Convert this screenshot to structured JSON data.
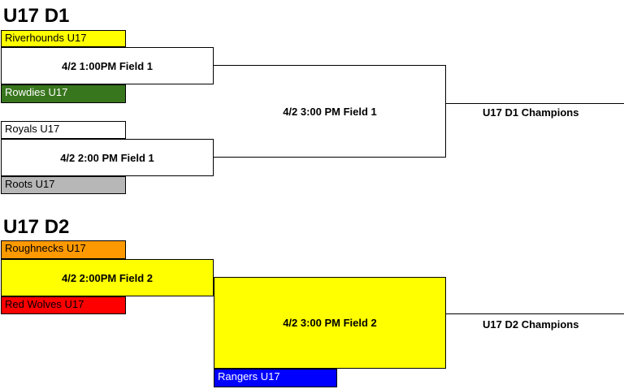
{
  "d1": {
    "title": "U17 D1",
    "teams": [
      "Riverhounds U17",
      "Rowdies U17",
      "Royals U17",
      "Roots U17"
    ],
    "match1": "4/2 1:00PM Field 1",
    "match2": "4/2 2:00 PM Field 1",
    "final": "4/2 3:00 PM Field 1",
    "champion": "U17 D1 Champions"
  },
  "d2": {
    "title": "U17 D2",
    "teams": [
      "Roughnecks U17",
      "Red Wolves U17",
      "Rangers U17"
    ],
    "match1": "4/2 2:00PM Field 2",
    "final": "4/2 3:00 PM Field 2",
    "champion": "U17 D2 Champions"
  },
  "colors": {
    "riverhounds": "#ffff00",
    "rowdies": "#38761d",
    "royals": "#ffffff",
    "roots": "#b7b7b7",
    "roughnecks": "#ff9900",
    "red_wolves": "#ff0000",
    "rangers": "#0000ff",
    "d2_match_fill": "#ffff00"
  }
}
